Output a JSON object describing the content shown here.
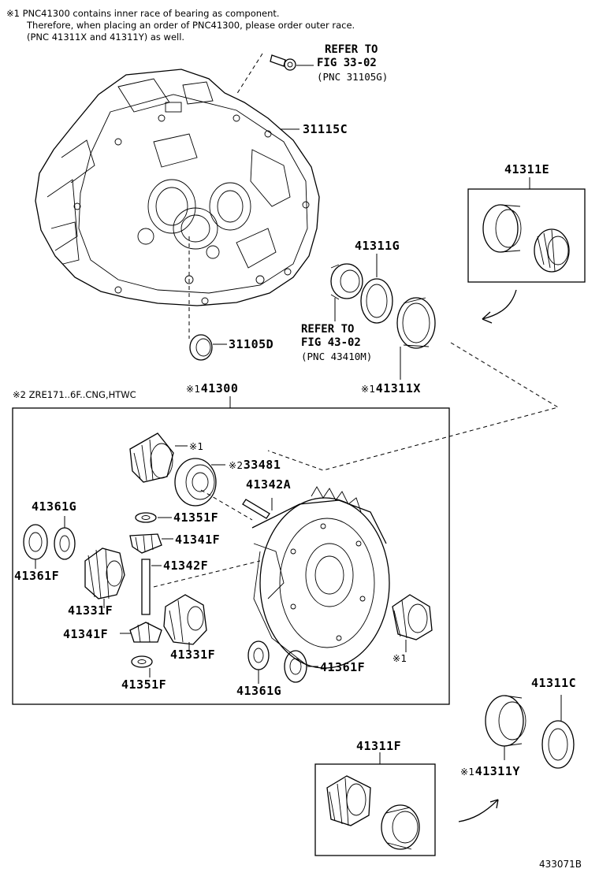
{
  "notes": {
    "line1": "※1 PNC41300 contains inner race of bearing as component.",
    "line2": "Therefore, when placing an order of PNC41300, please order outer race.",
    "line3": "(PNC 41311X and 41311Y) as well.",
    "group2": "※2 ZRE171..6F..CNG,HTWC"
  },
  "marks": {
    "m1": "※1",
    "m2": "※2"
  },
  "refs": {
    "ref_33": {
      "l1": "REFER TO",
      "l2": "FIG 33-02",
      "l3": "(PNC 31105G)"
    },
    "ref_43": {
      "l1": "REFER TO",
      "l2": "FIG 43-02",
      "l3": "(PNC 43410M)"
    }
  },
  "parts": {
    "p31115C": "31115C",
    "p31105D": "31105D",
    "p41311E": "41311E",
    "p41311G": "41311G",
    "p41311X": "41311X",
    "p41300": "41300",
    "p33481": "33481",
    "p41342A": "41342A",
    "p41361G_a": "41361G",
    "p41351F_a": "41351F",
    "p41341F_a": "41341F",
    "p41342F": "41342F",
    "p41361F_a": "41361F",
    "p41331F_a": "41331F",
    "p41341F_b": "41341F",
    "p41331F_b": "41331F",
    "p41351F_b": "41351F",
    "p41361G_b": "41361G",
    "p41361F_b": "41361F",
    "p41311C": "41311C",
    "p41311F": "41311F",
    "p41311Y": "41311Y"
  },
  "figure_no": "433071B"
}
